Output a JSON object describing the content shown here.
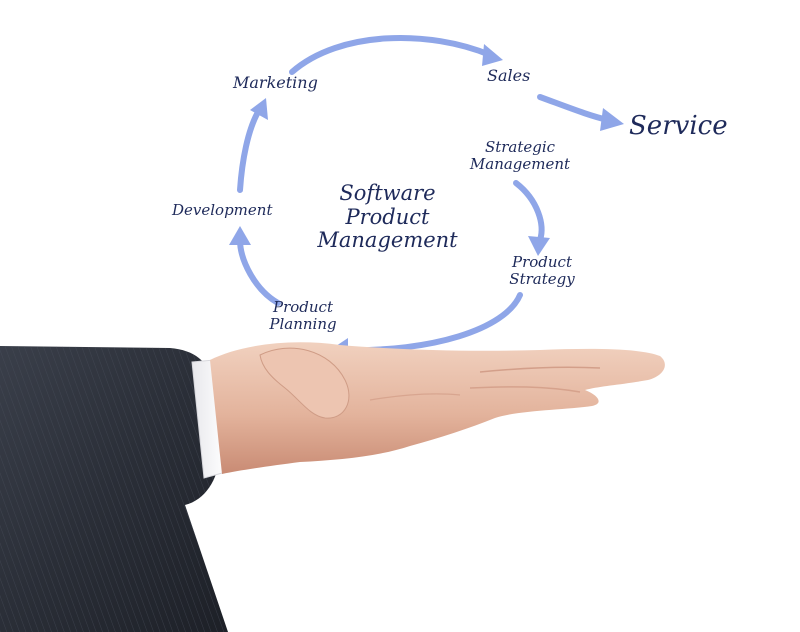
{
  "diagram": {
    "center_title": [
      "Software",
      "Product",
      "Management"
    ],
    "nodes": {
      "marketing": "Marketing",
      "sales": "Sales",
      "service": "Service",
      "strategic_management": [
        "Strategic",
        "Management"
      ],
      "product_strategy": [
        "Product",
        "Strategy"
      ],
      "product_planning": [
        "Product",
        "Planning"
      ],
      "development": "Development"
    },
    "colors": {
      "arrow": "#8fa6e8",
      "text": "#1e2a5a"
    }
  },
  "photo": {
    "subject": "open-hand-in-suit-sleeve"
  }
}
